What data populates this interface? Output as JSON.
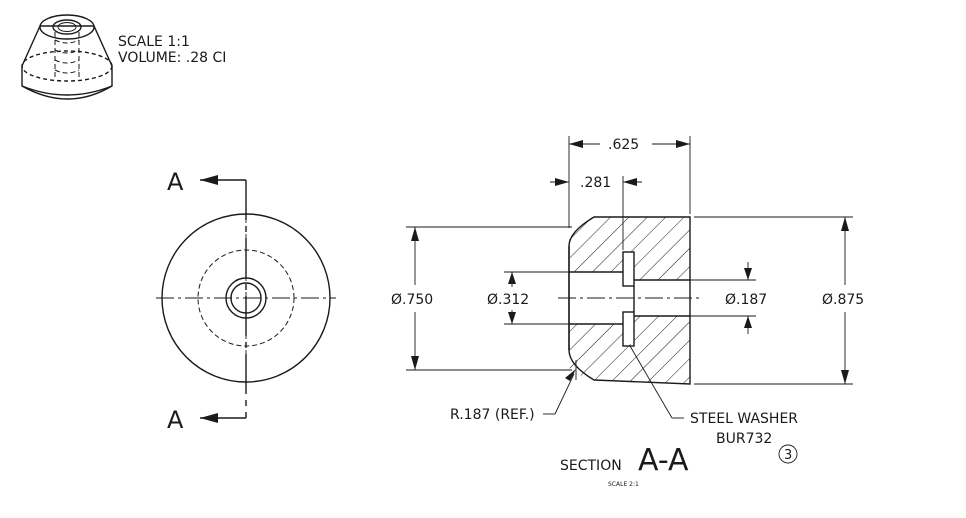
{
  "header": {
    "scale_line": "SCALE 1:1",
    "volume_line": "VOLUME: .28 CI"
  },
  "section_marker": {
    "top_letter": "A",
    "bottom_letter": "A"
  },
  "dimensions": {
    "overall_length": ".625",
    "bore_depth": ".281",
    "dia_small_end": "Ø.750",
    "dia_bore": "Ø.312",
    "dia_hole": "Ø.187",
    "dia_large_end": "Ø.875",
    "radius": "R.187 (REF.)"
  },
  "callout": {
    "part_name": "STEEL WASHER",
    "part_number": "BUR732",
    "balloon": "3"
  },
  "section_title": {
    "prefix": "SECTION",
    "letters": "A-A",
    "scale": "SCALE 2:1"
  }
}
